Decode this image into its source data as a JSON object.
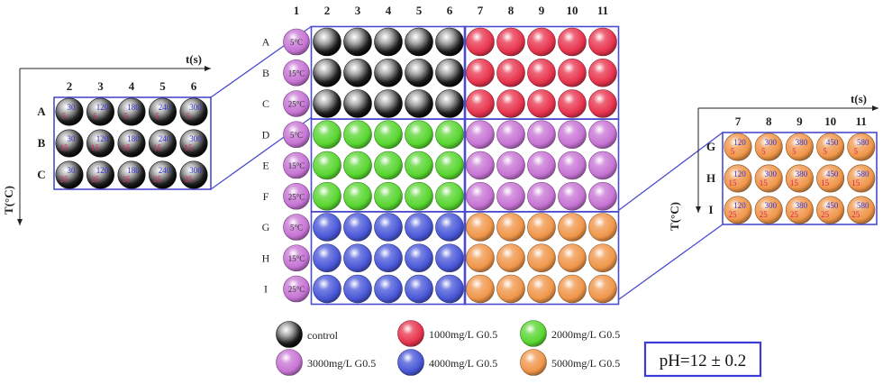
{
  "main_plate": {
    "col_numbers": [
      "1",
      "2",
      "3",
      "4",
      "5",
      "6",
      "7",
      "8",
      "9",
      "10",
      "11"
    ],
    "row_letters": [
      "A",
      "B",
      "C",
      "D",
      "E",
      "F",
      "G",
      "H",
      "I"
    ],
    "temp_labels": [
      "5°C",
      "15°C",
      "25°C"
    ],
    "blocks": [
      {
        "rows": [
          0,
          2
        ],
        "cols": [
          0,
          4
        ],
        "group": "control"
      },
      {
        "rows": [
          0,
          2
        ],
        "cols": [
          5,
          9
        ],
        "group": "1000mg/L G0.5"
      },
      {
        "rows": [
          3,
          5
        ],
        "cols": [
          0,
          4
        ],
        "group": "2000mg/L G0.5"
      },
      {
        "rows": [
          3,
          5
        ],
        "cols": [
          5,
          9
        ],
        "group": "3000mg/L G0.5"
      },
      {
        "rows": [
          6,
          8
        ],
        "cols": [
          0,
          4
        ],
        "group": "4000mg/L G0.5"
      },
      {
        "rows": [
          6,
          8
        ],
        "cols": [
          5,
          9
        ],
        "group": "5000mg/L G0.5"
      }
    ]
  },
  "left_inset": {
    "axis_x": "t(s)",
    "axis_y": "T(°C)",
    "col_numbers": [
      "2",
      "3",
      "4",
      "5",
      "6"
    ],
    "row_letters": [
      "A",
      "B",
      "C"
    ],
    "times": [
      "30",
      "120",
      "180",
      "240",
      "300"
    ],
    "temps": [
      "5",
      "15",
      "25"
    ]
  },
  "right_inset": {
    "axis_x": "t(s)",
    "axis_y": "T(°C)",
    "col_numbers": [
      "7",
      "8",
      "9",
      "10",
      "11"
    ],
    "row_letters": [
      "G",
      "H",
      "I"
    ],
    "times": [
      "120",
      "300",
      "380",
      "450",
      "580"
    ],
    "temps": [
      "5",
      "15",
      "25"
    ]
  },
  "legend": [
    {
      "label": "control",
      "color": "#444444"
    },
    {
      "label": "1000mg/L G0.5",
      "color": "#e8344e"
    },
    {
      "label": "2000mg/L G0.5",
      "color": "#58d630"
    },
    {
      "label": "3000mg/L G0.5",
      "color": "#c774d4"
    },
    {
      "label": "4000mg/L G0.5",
      "color": "#4a58d8"
    },
    {
      "label": "5000mg/L G0.5",
      "color": "#f0964a"
    }
  ],
  "ph_label": "pH=12 ± 0.2",
  "colors": {
    "frame": "#4b4bd0",
    "inset_time_text": "#3333cc",
    "inset_temp_text": "#dd2255"
  }
}
